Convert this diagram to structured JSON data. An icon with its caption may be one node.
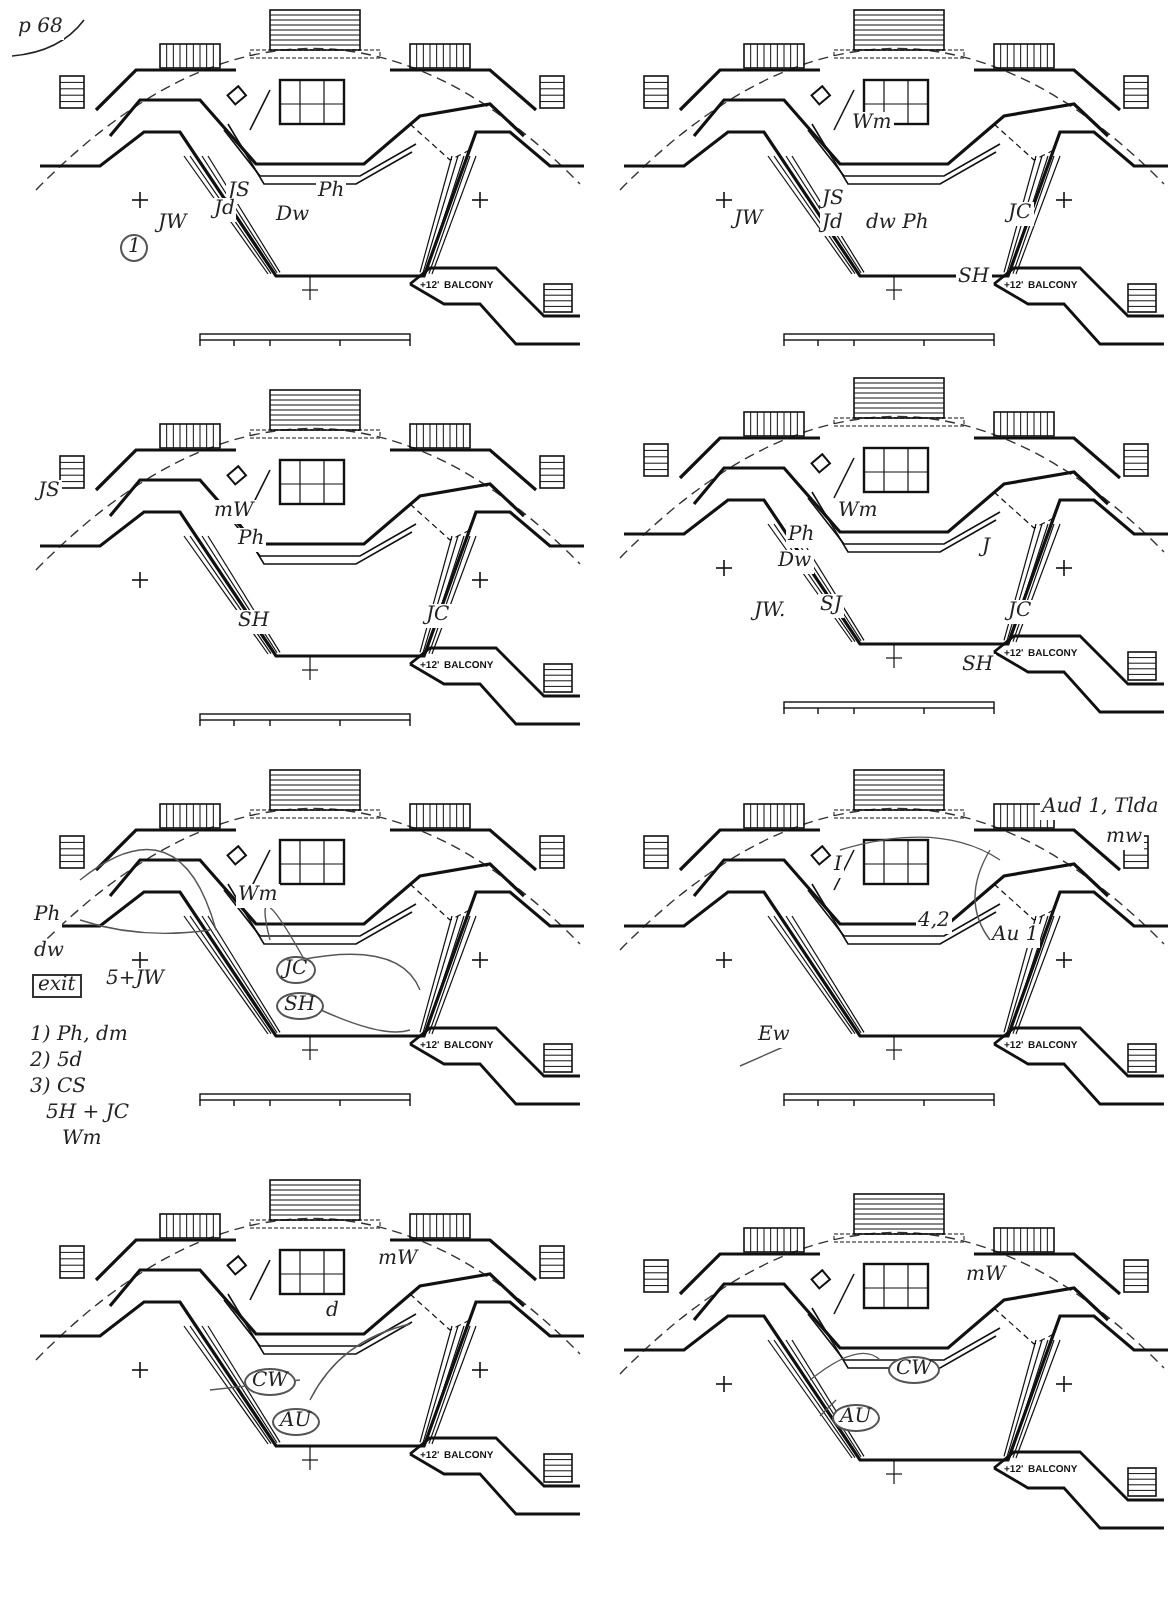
{
  "diagram": {
    "labels": [
      "p 68",
      "JS",
      "Jd",
      "Ph",
      "Dw",
      "JW",
      "1",
      "+12'",
      "BALCONY",
      "Wm",
      "JW",
      "JS",
      "Jd",
      "dw Ph",
      "JC",
      "SH",
      "+12'",
      "BALCONY",
      "JS",
      "mW",
      "Ph",
      "SH",
      "JC",
      "+12'",
      "BALCONY",
      "Wm",
      "Ph",
      "Dw",
      "JW.",
      "SJ",
      "J",
      "JC",
      "SH",
      "+12'",
      "BALCONY",
      "Wm",
      "Ph",
      "dw",
      "exit",
      "5+JW",
      "JC",
      "SH",
      "1) Ph, dm",
      "2) 5d",
      "3) CS",
      "5H + JC",
      "Wm",
      "+12'",
      "BALCONY",
      "Aud 1, Tlda",
      "mw",
      "I",
      "4,2",
      "Au 1",
      "Ew",
      "+12'",
      "BALCONY",
      "mW",
      "d",
      "CW",
      "AU",
      "+12'",
      "BALCONY",
      "mW",
      "CW",
      "AU",
      "+12'",
      "BALCONY"
    ]
  }
}
